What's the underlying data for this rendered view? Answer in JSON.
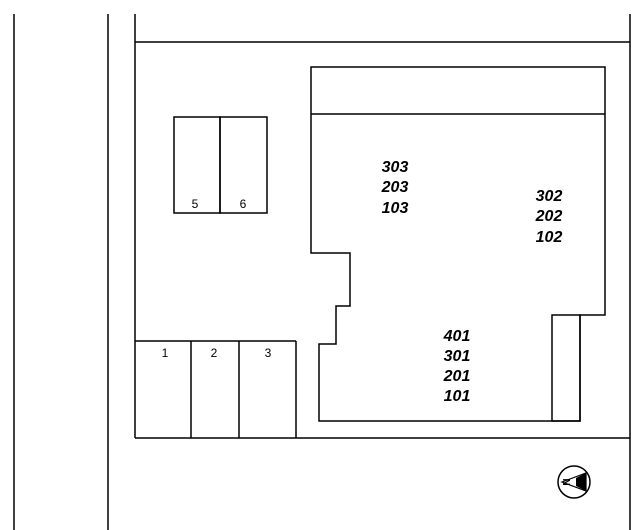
{
  "parking": {
    "top_slots": [
      {
        "label": "5"
      },
      {
        "label": "6"
      }
    ],
    "bottom_slots": [
      {
        "label": "1"
      },
      {
        "label": "2"
      },
      {
        "label": "3"
      }
    ]
  },
  "building": {
    "units_left": [
      "303",
      "203",
      "103"
    ],
    "units_right": [
      "302",
      "202",
      "102"
    ],
    "units_bottom": [
      "401",
      "301",
      "201",
      "101"
    ]
  },
  "compass": {
    "north_label": "N",
    "icon": "north-arrow-icon"
  }
}
